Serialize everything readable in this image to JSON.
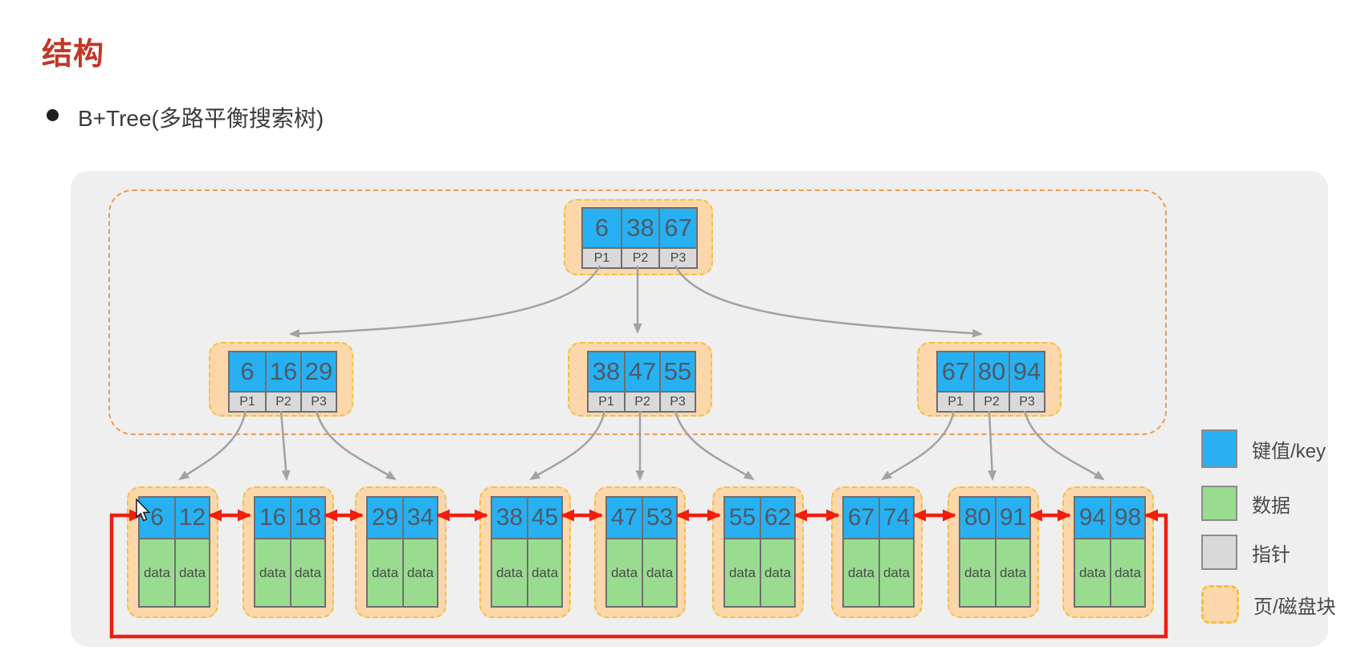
{
  "heading": {
    "title": "结构"
  },
  "bullet": {
    "text": "B+Tree(多路平衡搜索树)"
  },
  "diagram": {
    "root": {
      "keys": [
        "6",
        "38",
        "67"
      ],
      "pointers": [
        "P1",
        "P2",
        "P3"
      ]
    },
    "internal_nodes": [
      {
        "keys": [
          "6",
          "16",
          "29"
        ],
        "pointers": [
          "P1",
          "P2",
          "P3"
        ]
      },
      {
        "keys": [
          "38",
          "47",
          "55"
        ],
        "pointers": [
          "P1",
          "P2",
          "P3"
        ]
      },
      {
        "keys": [
          "67",
          "80",
          "94"
        ],
        "pointers": [
          "P1",
          "P2",
          "P3"
        ]
      }
    ],
    "leaf_nodes": [
      {
        "keys": [
          "6",
          "12"
        ],
        "data": [
          "data",
          "data"
        ]
      },
      {
        "keys": [
          "16",
          "18"
        ],
        "data": [
          "data",
          "data"
        ]
      },
      {
        "keys": [
          "29",
          "34"
        ],
        "data": [
          "data",
          "data"
        ]
      },
      {
        "keys": [
          "38",
          "45"
        ],
        "data": [
          "data",
          "data"
        ]
      },
      {
        "keys": [
          "47",
          "53"
        ],
        "data": [
          "data",
          "data"
        ]
      },
      {
        "keys": [
          "55",
          "62"
        ],
        "data": [
          "data",
          "data"
        ]
      },
      {
        "keys": [
          "67",
          "74"
        ],
        "data": [
          "data",
          "data"
        ]
      },
      {
        "keys": [
          "80",
          "91"
        ],
        "data": [
          "data",
          "data"
        ]
      },
      {
        "keys": [
          "94",
          "98"
        ],
        "data": [
          "data",
          "data"
        ]
      }
    ],
    "legend": [
      {
        "id": "key",
        "label": "键值/key"
      },
      {
        "id": "data",
        "label": "数据"
      },
      {
        "id": "pointer",
        "label": "指针"
      },
      {
        "id": "page",
        "label": "页/磁盘块"
      }
    ],
    "colors": {
      "key_fill": "#27b1f2",
      "data_fill": "#99dc90",
      "pointer_fill": "#d9d9d9",
      "page_fill": "#fbd7ab",
      "page_border": "#efc23c",
      "region_border": "#ec9b51",
      "leaf_link": "#ef1e0e",
      "tree_arrow": "#a2a2a2",
      "title": "#c13728"
    }
  }
}
